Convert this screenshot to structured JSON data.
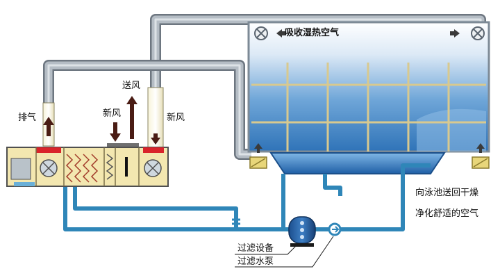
{
  "labels": {
    "exhaust": "排气",
    "supply_air": "送风",
    "fresh_air_left": "新风",
    "fresh_air_right": "新风",
    "absorb_humid_heat": "吸收湿热空气",
    "return_line1": "向泳池送回干燥",
    "return_line2": "净化舒适的空气",
    "filter_device": "过滤设备",
    "filter_pump": "过滤水泵"
  },
  "colors": {
    "duct_gray": "#9aa3ad",
    "water_pipe": "#2f86b8",
    "pool_water": "#3f86c6",
    "accent_red": "#d9242b",
    "arrow_dark": "#4a1c14",
    "unit_yellow": "#f3e7b0"
  }
}
